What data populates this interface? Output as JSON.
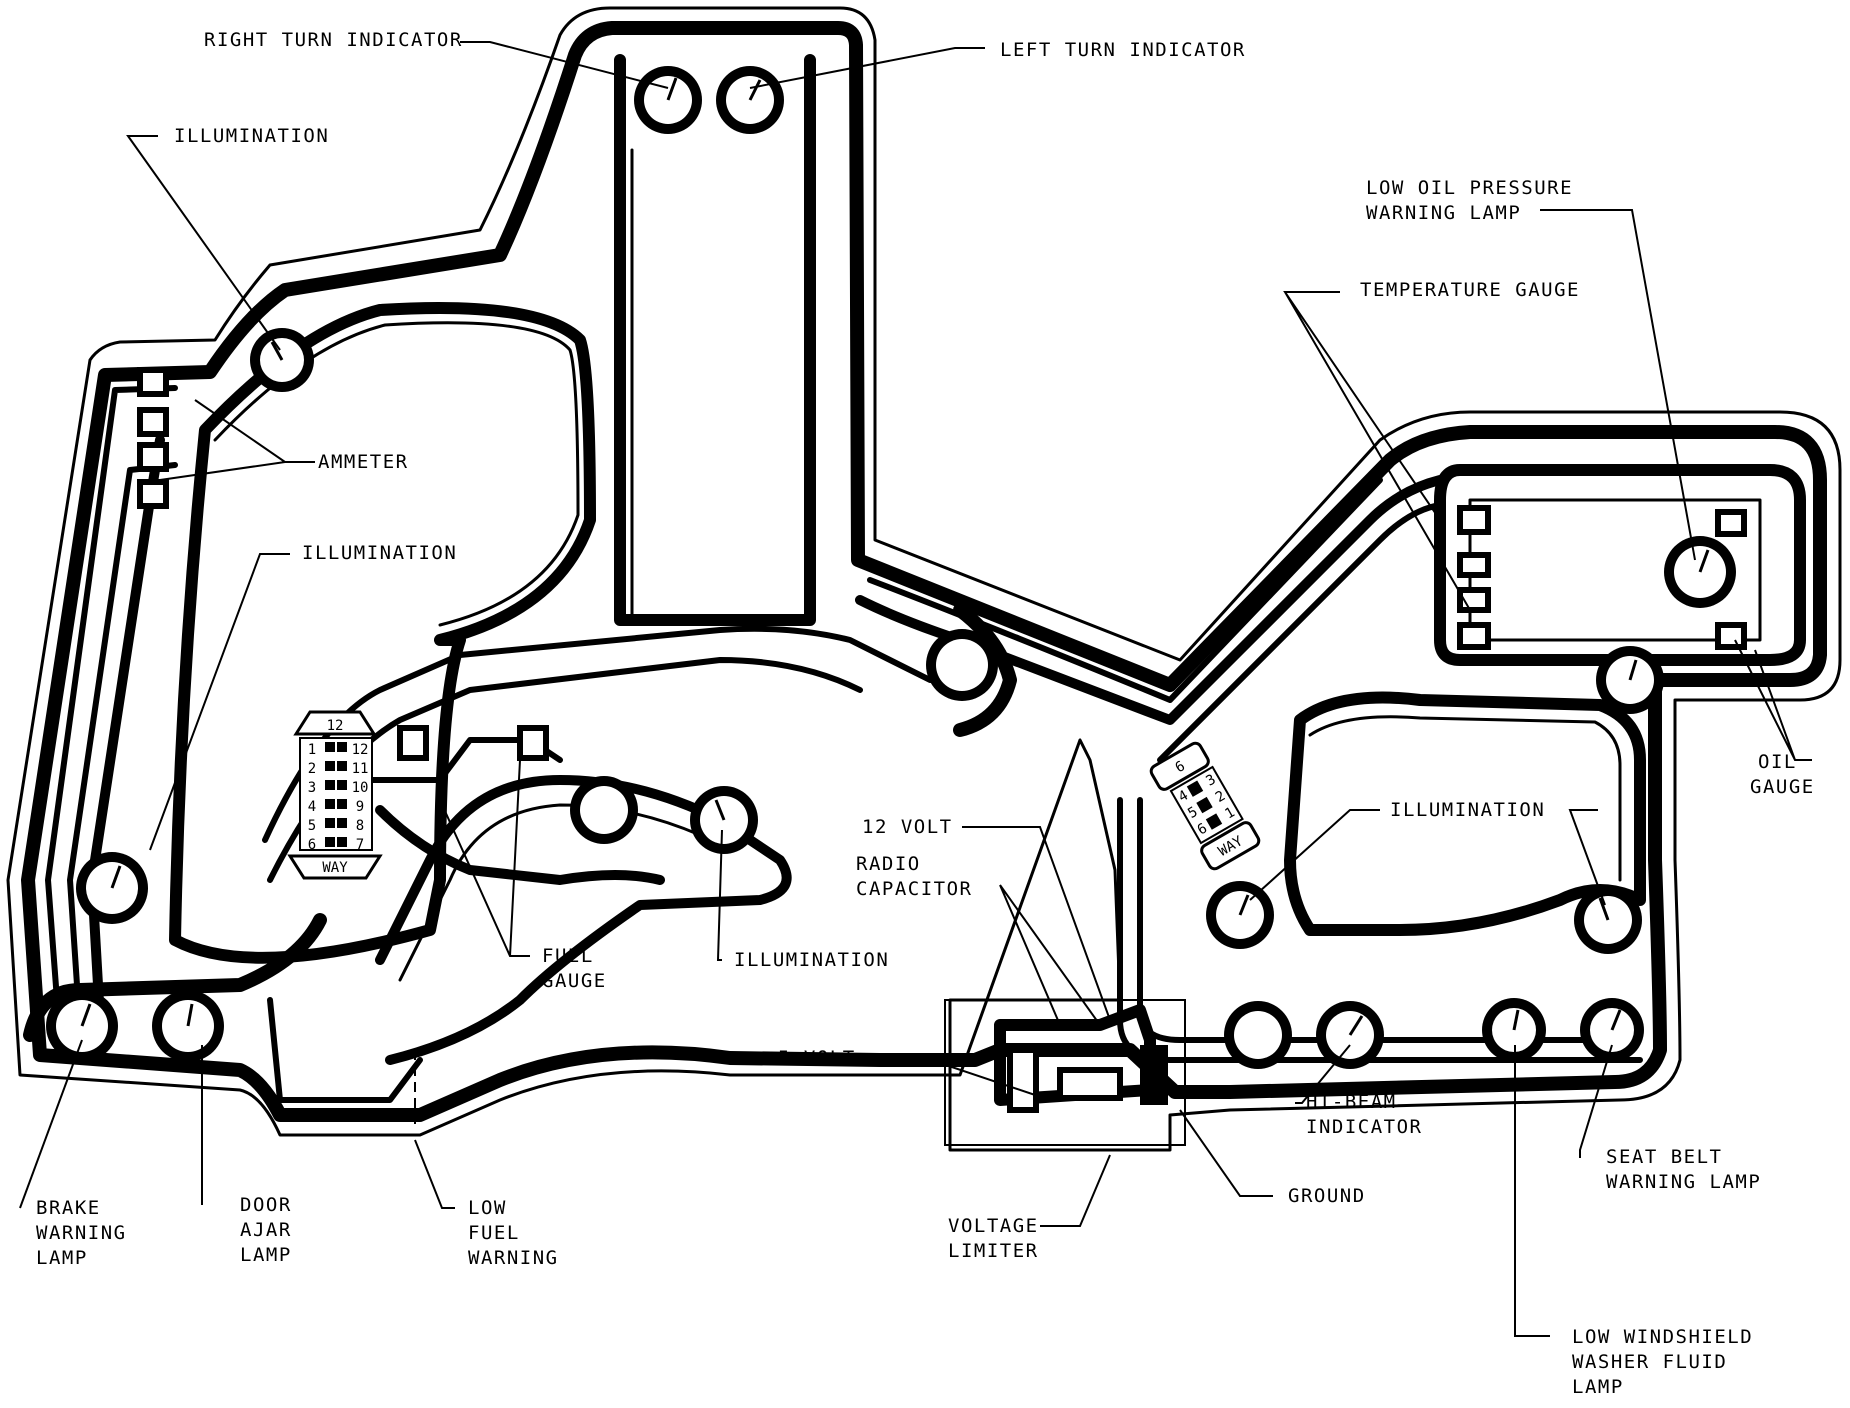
{
  "labels": {
    "right_turn_indicator": "RIGHT TURN INDICATOR",
    "left_turn_indicator": "LEFT TURN INDICATOR",
    "illumination_top": "ILLUMINATION",
    "ammeter": "AMMETER",
    "illumination_left": "ILLUMINATION",
    "low_oil_pressure_1": "LOW OIL PRESSURE",
    "low_oil_pressure_2": "WARNING LAMP",
    "temperature_gauge": "TEMPERATURE GAUGE",
    "oil_gauge_1": "OIL",
    "oil_gauge_2": "GAUGE",
    "illumination_right": "ILLUMINATION",
    "volt12": "12 VOLT",
    "radio_cap_1": "RADIO",
    "radio_cap_2": "CAPACITOR",
    "volt5": "5 VOLT",
    "fuel_gauge_1": "FUEL",
    "fuel_gauge_2": "GAUGE",
    "illumination_bottom": "ILLUMINATION",
    "hi_beam_1": "HI-BEAM",
    "hi_beam_2": "INDICATOR",
    "ground": "GROUND",
    "seat_belt_1": "SEAT BELT",
    "seat_belt_2": "WARNING LAMP",
    "voltage_limiter_1": "VOLTAGE",
    "voltage_limiter_2": "LIMITER",
    "brake_1": "BRAKE",
    "brake_2": "WARNING",
    "brake_3": "LAMP",
    "door_1": "DOOR",
    "door_2": "AJAR",
    "door_3": "LAMP",
    "low_fuel_1": "LOW",
    "low_fuel_2": "FUEL",
    "low_fuel_3": "WARNING",
    "washer_1": "LOW WINDSHIELD",
    "washer_2": "WASHER FLUID",
    "washer_3": "LAMP"
  },
  "connector_left": {
    "top": "12",
    "bottom": "WAY",
    "pins_left": [
      "1",
      "2",
      "3",
      "4",
      "5",
      "6"
    ],
    "pins_right": [
      "12",
      "11",
      "10",
      "9",
      "8",
      "7"
    ]
  },
  "connector_right": {
    "top": "6",
    "bottom": "WAY",
    "pins_left": [
      "4",
      "5",
      "6"
    ],
    "pins_right": [
      "3",
      "2",
      "1"
    ]
  }
}
